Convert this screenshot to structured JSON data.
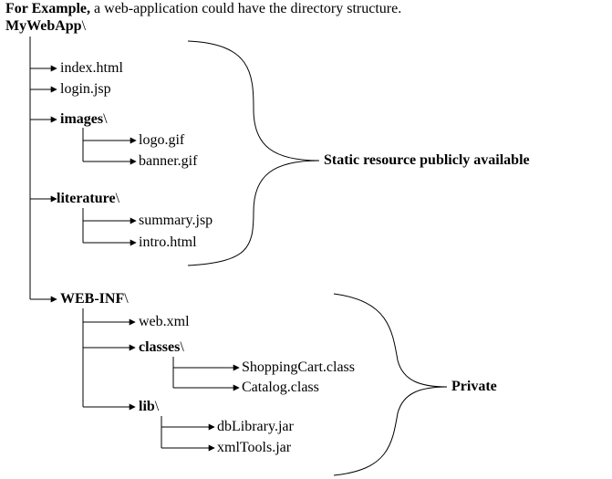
{
  "intro": {
    "bold": "For Example,",
    "rest": " a web-application could have the directory structure."
  },
  "root": {
    "name": "MyWebApp",
    "slash": "\\"
  },
  "nodes": {
    "index": "index.html",
    "login": "login.jsp",
    "images_name": "images",
    "logo": "logo.gif",
    "banner": "banner.gif",
    "literature_name": "literature",
    "summary": "summary.jsp",
    "intro_html": "intro.html",
    "webinf_name": "WEB-INF",
    "webxml": "web.xml",
    "classes_name": "classes",
    "shoppingcart": "ShoppingCart.class",
    "catalog": "Catalog.class",
    "lib_name": "lib",
    "dblibrary": "dbLibrary.jar",
    "xmltools": "xmlTools.jar",
    "slash": "\\"
  },
  "braces": {
    "static": "Static resource publicly available",
    "private": "Private"
  }
}
